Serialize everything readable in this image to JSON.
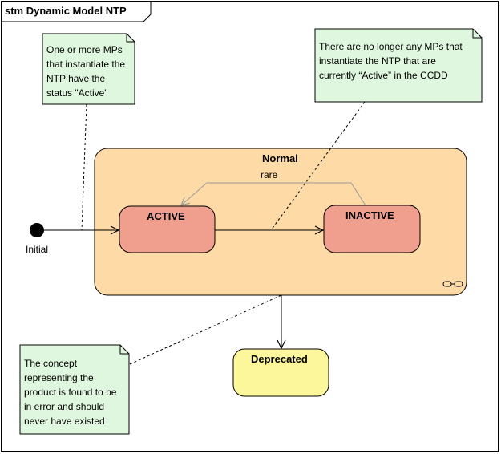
{
  "frame": {
    "title": "stm Dynamic Model NTP"
  },
  "notes": {
    "active_note": [
      "One or more MPs",
      "that instantiate the",
      "NTP have the",
      "status \"Active\""
    ],
    "inactive_note": [
      "There are no longer any MPs that",
      "instantiate the NTP that are",
      "currently “Active” in the CCDD"
    ],
    "deprecated_note": [
      "The concept",
      "representing the",
      "product is found to be",
      "in error and should",
      "never have existed"
    ]
  },
  "states": {
    "composite": "Normal",
    "active": "ACTIVE",
    "inactive": "INACTIVE",
    "deprecated": "Deprecated"
  },
  "initial_label": "Initial",
  "transition_label": "rare",
  "colors": {
    "note_fill": "#dff7df",
    "composite_fill": "#fddaa6",
    "substate_fill": "#f09e8e",
    "deprecated_fill": "#fdf79b"
  }
}
